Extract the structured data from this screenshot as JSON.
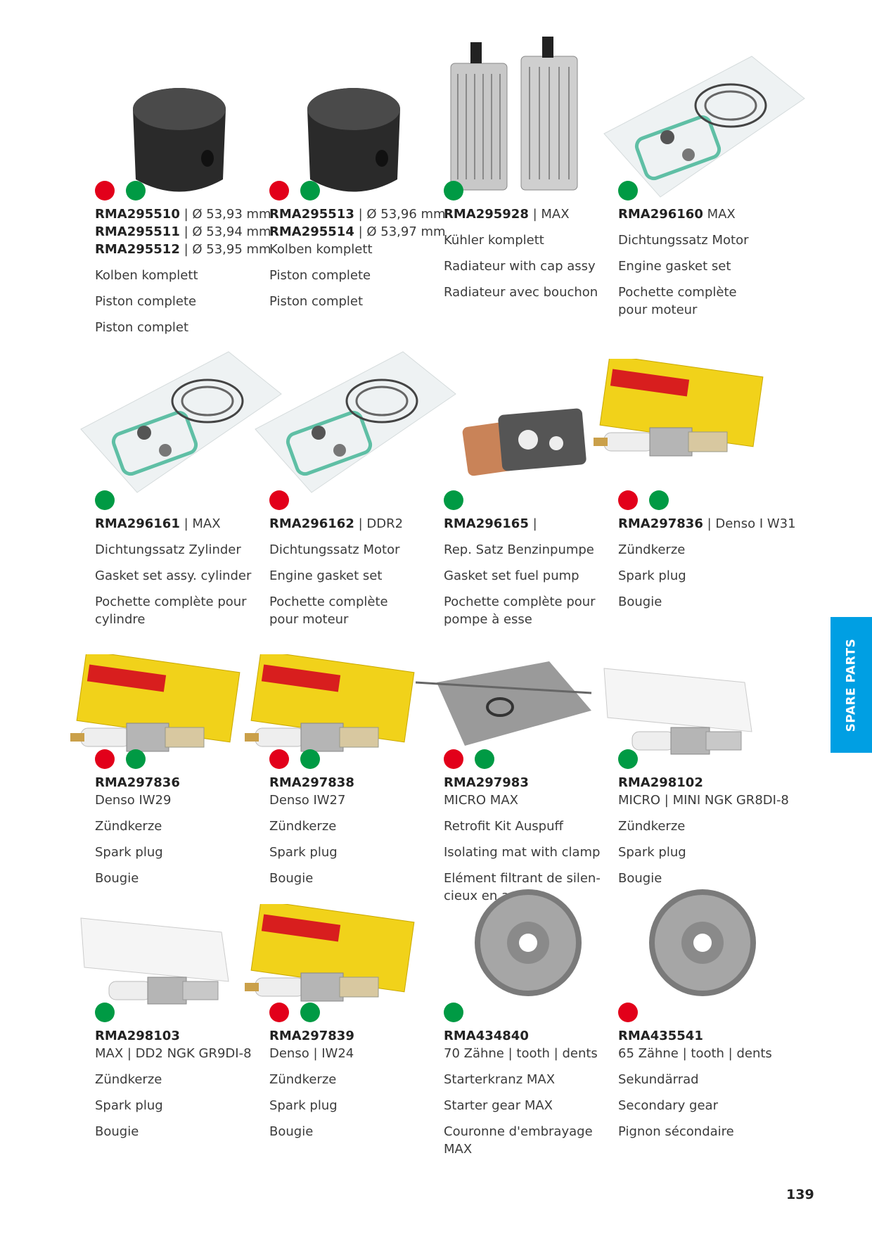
{
  "side_tab": "SPARE PARTS",
  "page_number": "139",
  "colors": {
    "red": "#e2001a",
    "green": "#009a44",
    "tab": "#009fe3"
  },
  "items": [
    {
      "dots": [
        "red",
        "green"
      ],
      "image": "piston-image",
      "lines": [
        {
          "code": "RMA295510",
          "rest": " | Ø 53,93 mm"
        },
        {
          "code": "RMA295511",
          "rest": " | Ø 53,94 mm"
        },
        {
          "code": "RMA295512",
          "rest": " | Ø 53,95 mm"
        }
      ],
      "desc": [
        "Kolben komplett",
        "Piston complete",
        "Piston complet"
      ]
    },
    {
      "dots": [
        "red",
        "green"
      ],
      "image": "piston-image",
      "lines": [
        {
          "code": "RMA295513",
          "rest": " | Ø 53,96 mm"
        },
        {
          "code": "RMA295514",
          "rest": " | Ø 53,97 mm"
        },
        {
          "code": "",
          "rest": "Kolben komplett"
        }
      ],
      "desc": [
        "Piston complete",
        "Piston complet"
      ]
    },
    {
      "dots": [
        "green"
      ],
      "image": "radiator-image",
      "lines": [
        {
          "code": "RMA295928",
          "rest": " | MAX"
        }
      ],
      "desc": [
        "Kühler komplett",
        "Radiateur with cap assy",
        "Radiateur avec bouchon"
      ]
    },
    {
      "dots": [
        "green"
      ],
      "image": "gasket-image",
      "lines": [
        {
          "code": "RMA296160",
          "rest": " MAX"
        }
      ],
      "desc": [
        "Dichtungssatz Motor",
        "Engine gasket set",
        "Pochette complète\npour moteur"
      ]
    },
    {
      "dots": [
        "green"
      ],
      "image": "gasket-image",
      "lines": [
        {
          "code": "RMA296161",
          "rest": " | MAX"
        }
      ],
      "desc": [
        "Dichtungssatz Zylinder",
        "Gasket set assy. cylinder",
        "Pochette complète pour\ncylindre"
      ]
    },
    {
      "dots": [
        "red"
      ],
      "image": "gasket-image",
      "lines": [
        {
          "code": "RMA296162",
          "rest": " | DDR2"
        }
      ],
      "desc": [
        "Dichtungssatz Motor",
        "Engine gasket set",
        "Pochette complète\npour moteur"
      ]
    },
    {
      "dots": [
        "green"
      ],
      "image": "fuel-pump-gasket-image",
      "lines": [
        {
          "code": "RMA296165",
          "rest": " |"
        }
      ],
      "desc": [
        "Rep. Satz Benzinpumpe",
        "Gasket set fuel pump",
        "Pochette complète pour\npompe à esse"
      ]
    },
    {
      "dots": [
        "red",
        "green"
      ],
      "image": "spark-plug-image",
      "lines": [
        {
          "code": "RMA297836",
          "rest": " | Denso I W31"
        }
      ],
      "desc": [
        "Zündkerze",
        "Spark plug",
        "Bougie"
      ]
    },
    {
      "dots": [
        "red",
        "green"
      ],
      "image": "spark-plug-image",
      "lines": [
        {
          "code": "RMA297836",
          "rest": ""
        },
        {
          "code": "",
          "rest": "Denso IW29"
        }
      ],
      "desc": [
        "Zündkerze",
        "Spark plug",
        "Bougie"
      ]
    },
    {
      "dots": [
        "red",
        "green"
      ],
      "image": "spark-plug-image",
      "lines": [
        {
          "code": "RMA297838",
          "rest": ""
        },
        {
          "code": "",
          "rest": "Denso IW27"
        }
      ],
      "desc": [
        "Zündkerze",
        "Spark plug",
        "Bougie"
      ]
    },
    {
      "dots": [
        "red",
        "green"
      ],
      "image": "isolating-mat-image",
      "lines": [
        {
          "code": "RMA297983",
          "rest": ""
        },
        {
          "code": "",
          "rest": "MICRO MAX"
        }
      ],
      "desc": [
        "Retrofit Kit Auspuff",
        "Isolating mat with clamp",
        "Elément filtrant de silen-\ncieux en a"
      ]
    },
    {
      "dots": [
        "green"
      ],
      "image": "rotax-plug-image",
      "lines": [
        {
          "code": "RMA298102",
          "rest": ""
        },
        {
          "code": "",
          "rest": "MICRO | MINI NGK GR8DI-8"
        }
      ],
      "desc": [
        "Zündkerze",
        "Spark plug",
        "Bougie"
      ]
    },
    {
      "dots": [
        "green"
      ],
      "image": "rotax-plug-image",
      "lines": [
        {
          "code": "RMA298103",
          "rest": ""
        },
        {
          "code": "",
          "rest": "MAX | DD2 NGK GR9DI-8"
        }
      ],
      "desc": [
        "Zündkerze",
        "Spark plug",
        "Bougie"
      ]
    },
    {
      "dots": [
        "red",
        "green"
      ],
      "image": "spark-plug-image",
      "lines": [
        {
          "code": "RMA297839",
          "rest": ""
        },
        {
          "code": "",
          "rest": "Denso |  IW24"
        }
      ],
      "desc": [
        "Zündkerze",
        "Spark plug",
        "Bougie"
      ]
    },
    {
      "dots": [
        "green"
      ],
      "image": "gear-image",
      "lines": [
        {
          "code": "RMA434840",
          "rest": ""
        },
        {
          "code": "",
          "rest": "70 Zähne | tooth | dents"
        }
      ],
      "desc": [
        "Starterkranz  MAX",
        "Starter gear MAX",
        "Couronne d'embrayage\nMAX"
      ]
    },
    {
      "dots": [
        "red"
      ],
      "image": "gear-image",
      "lines": [
        {
          "code": "RMA435541",
          "rest": ""
        },
        {
          "code": "",
          "rest": "65 Zähne | tooth | dents"
        }
      ],
      "desc": [
        "Sekundärrad",
        "Secondary gear",
        "Pignon sécondaire"
      ]
    }
  ]
}
